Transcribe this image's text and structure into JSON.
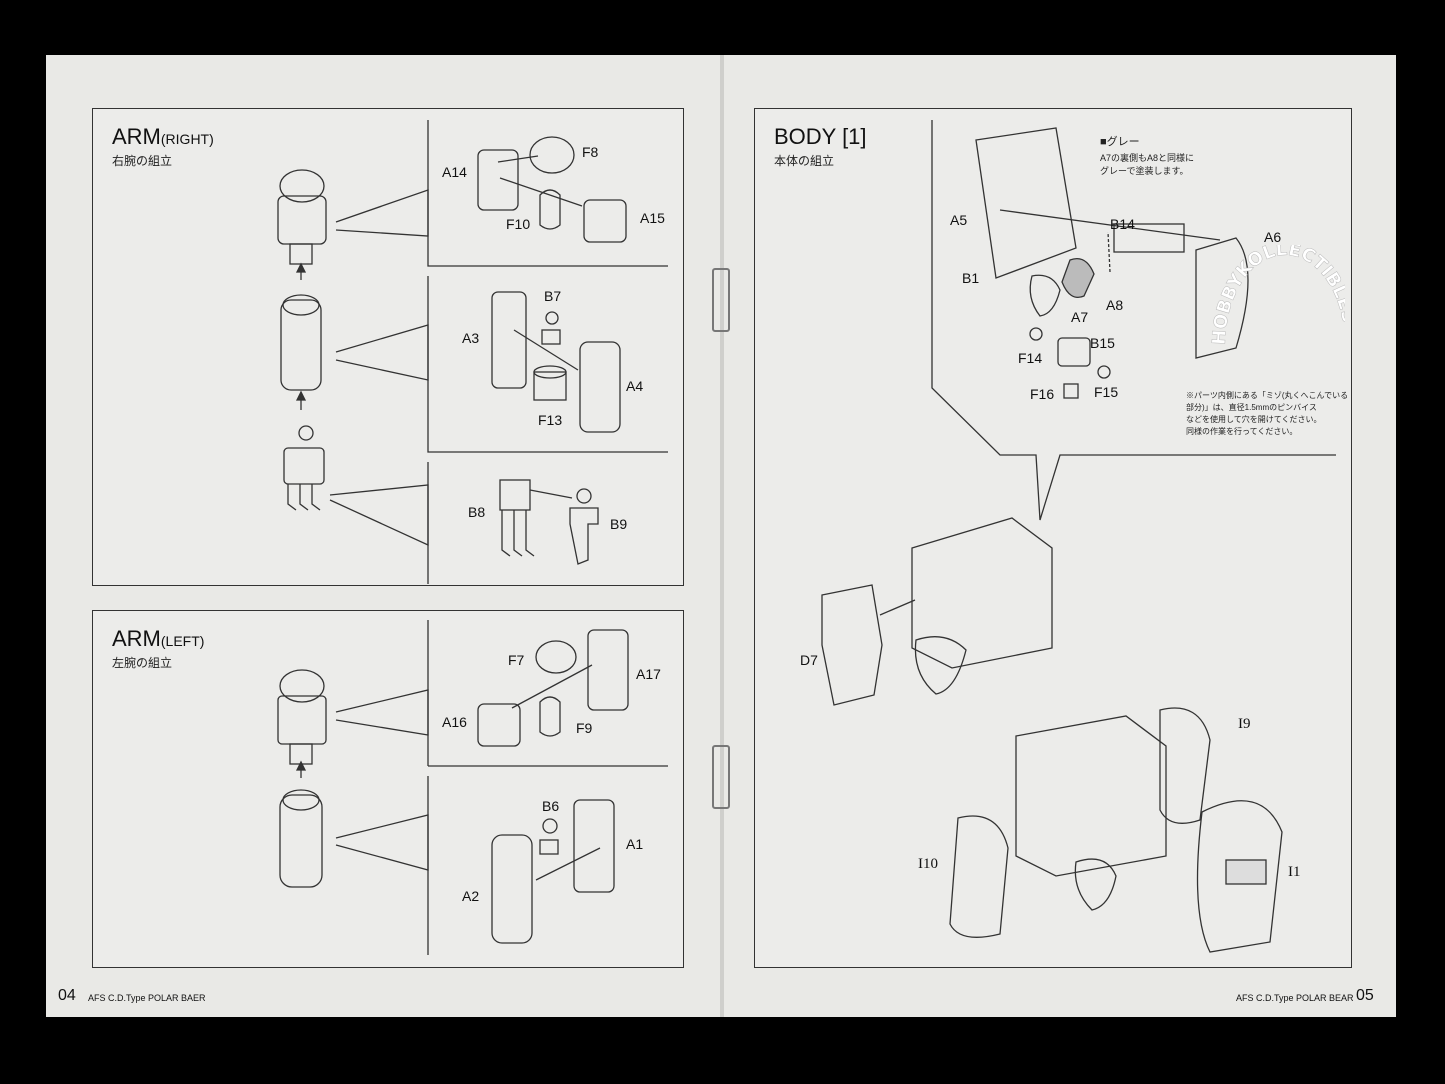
{
  "left_page": {
    "arm_right": {
      "title": "ARM",
      "title_suffix": "(RIGHT)",
      "subtitle": "右腕の組立",
      "parts": [
        "A14",
        "F8",
        "F10",
        "A15",
        "B7",
        "A3",
        "A4",
        "F13",
        "B8",
        "B9"
      ]
    },
    "arm_left": {
      "title": "ARM",
      "title_suffix": "(LEFT)",
      "subtitle": "左腕の組立",
      "parts": [
        "F7",
        "A17",
        "A16",
        "F9",
        "B6",
        "A1",
        "A2"
      ]
    },
    "page_number": "04",
    "footer": "AFS  C.D.Type POLAR BAER"
  },
  "right_page": {
    "body": {
      "title": "BODY [1]",
      "subtitle": "本体の組立",
      "color_note_title": "■グレー",
      "color_note_body": "A7の裏側もA8と同様に\nグレーで塗装します。",
      "parts": [
        "A5",
        "B14",
        "A6",
        "B1",
        "A8",
        "A7",
        "B15",
        "F14",
        "F16",
        "F15",
        "D7",
        "I9",
        "I10",
        "I1"
      ],
      "footnote": "※パーツ内側にある「ミゾ(丸くへこんでいる\n部分)」は、直径1.5mmのピンバイス\nなどを使用して穴を開けてください。\n同様の作業を行ってください。"
    },
    "page_number": "05",
    "footer": "AFS C.D.Type POLAR BEAR"
  },
  "watermark": "HOBBYKOLLECTIBLES"
}
